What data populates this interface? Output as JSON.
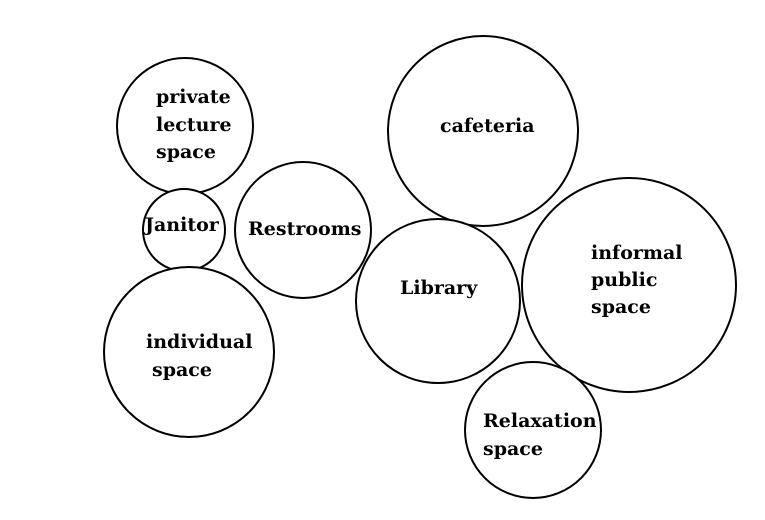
{
  "diagram": {
    "bubbles": [
      {
        "id": "private-lecture-space",
        "lines": [
          "private",
          "lecture",
          "space"
        ]
      },
      {
        "id": "janitor",
        "lines": [
          "Janitor"
        ]
      },
      {
        "id": "restrooms",
        "lines": [
          "Restrooms"
        ]
      },
      {
        "id": "individual-space",
        "lines": [
          "individual",
          "space"
        ]
      },
      {
        "id": "cafeteria",
        "lines": [
          "cafeteria"
        ]
      },
      {
        "id": "library",
        "lines": [
          "Library"
        ]
      },
      {
        "id": "informal-public-space",
        "lines": [
          "informal",
          "public",
          "space"
        ]
      },
      {
        "id": "relaxation-space",
        "lines": [
          "Relaxation",
          "space"
        ]
      }
    ]
  }
}
